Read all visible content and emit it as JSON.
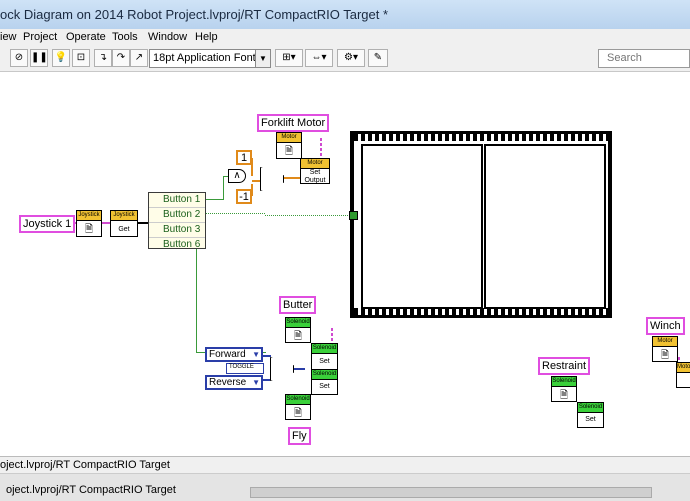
{
  "window": {
    "title": "ock Diagram on 2014 Robot Project.lvproj/RT CompactRIO Target *"
  },
  "menu": [
    "iew",
    "Project",
    "Operate",
    "Tools",
    "Window",
    "Help"
  ],
  "toolbar": {
    "font_select": "18pt Application Font",
    "search_placeholder": "Search"
  },
  "diagram": {
    "joystick_label": "Joystick 1",
    "joystick_header": "Joystick",
    "get_label": "Get",
    "buttons": [
      "Button 1",
      "Button 2",
      "Button 3",
      "Button 6"
    ],
    "forklift_label": "Forklift Motor",
    "motor_header": "Motor",
    "set_output": "Set Output",
    "const_one": "1",
    "const_neg_one": "-1",
    "butter_label": "Butter",
    "solenoid_header": "Solenoid",
    "set_label": "Set",
    "enum_forward": "Forward",
    "enum_toggle": "TOGGLE",
    "enum_reverse": "Reverse",
    "fly_label": "Fly",
    "restraint_label": "Restraint",
    "winch_label": "Winch"
  },
  "status": {
    "path": "oject.lvproj/RT CompactRIO Target"
  },
  "scroll": {
    "path": "oject.lvproj/RT CompactRIO Target"
  },
  "colors": {
    "label_border": "#e04ee0",
    "motor_yellow": "#f1c232",
    "solenoid_green": "#3ad03a",
    "numeric_orange": "#e08a1a",
    "enum_blue": "#2a3ea8"
  }
}
